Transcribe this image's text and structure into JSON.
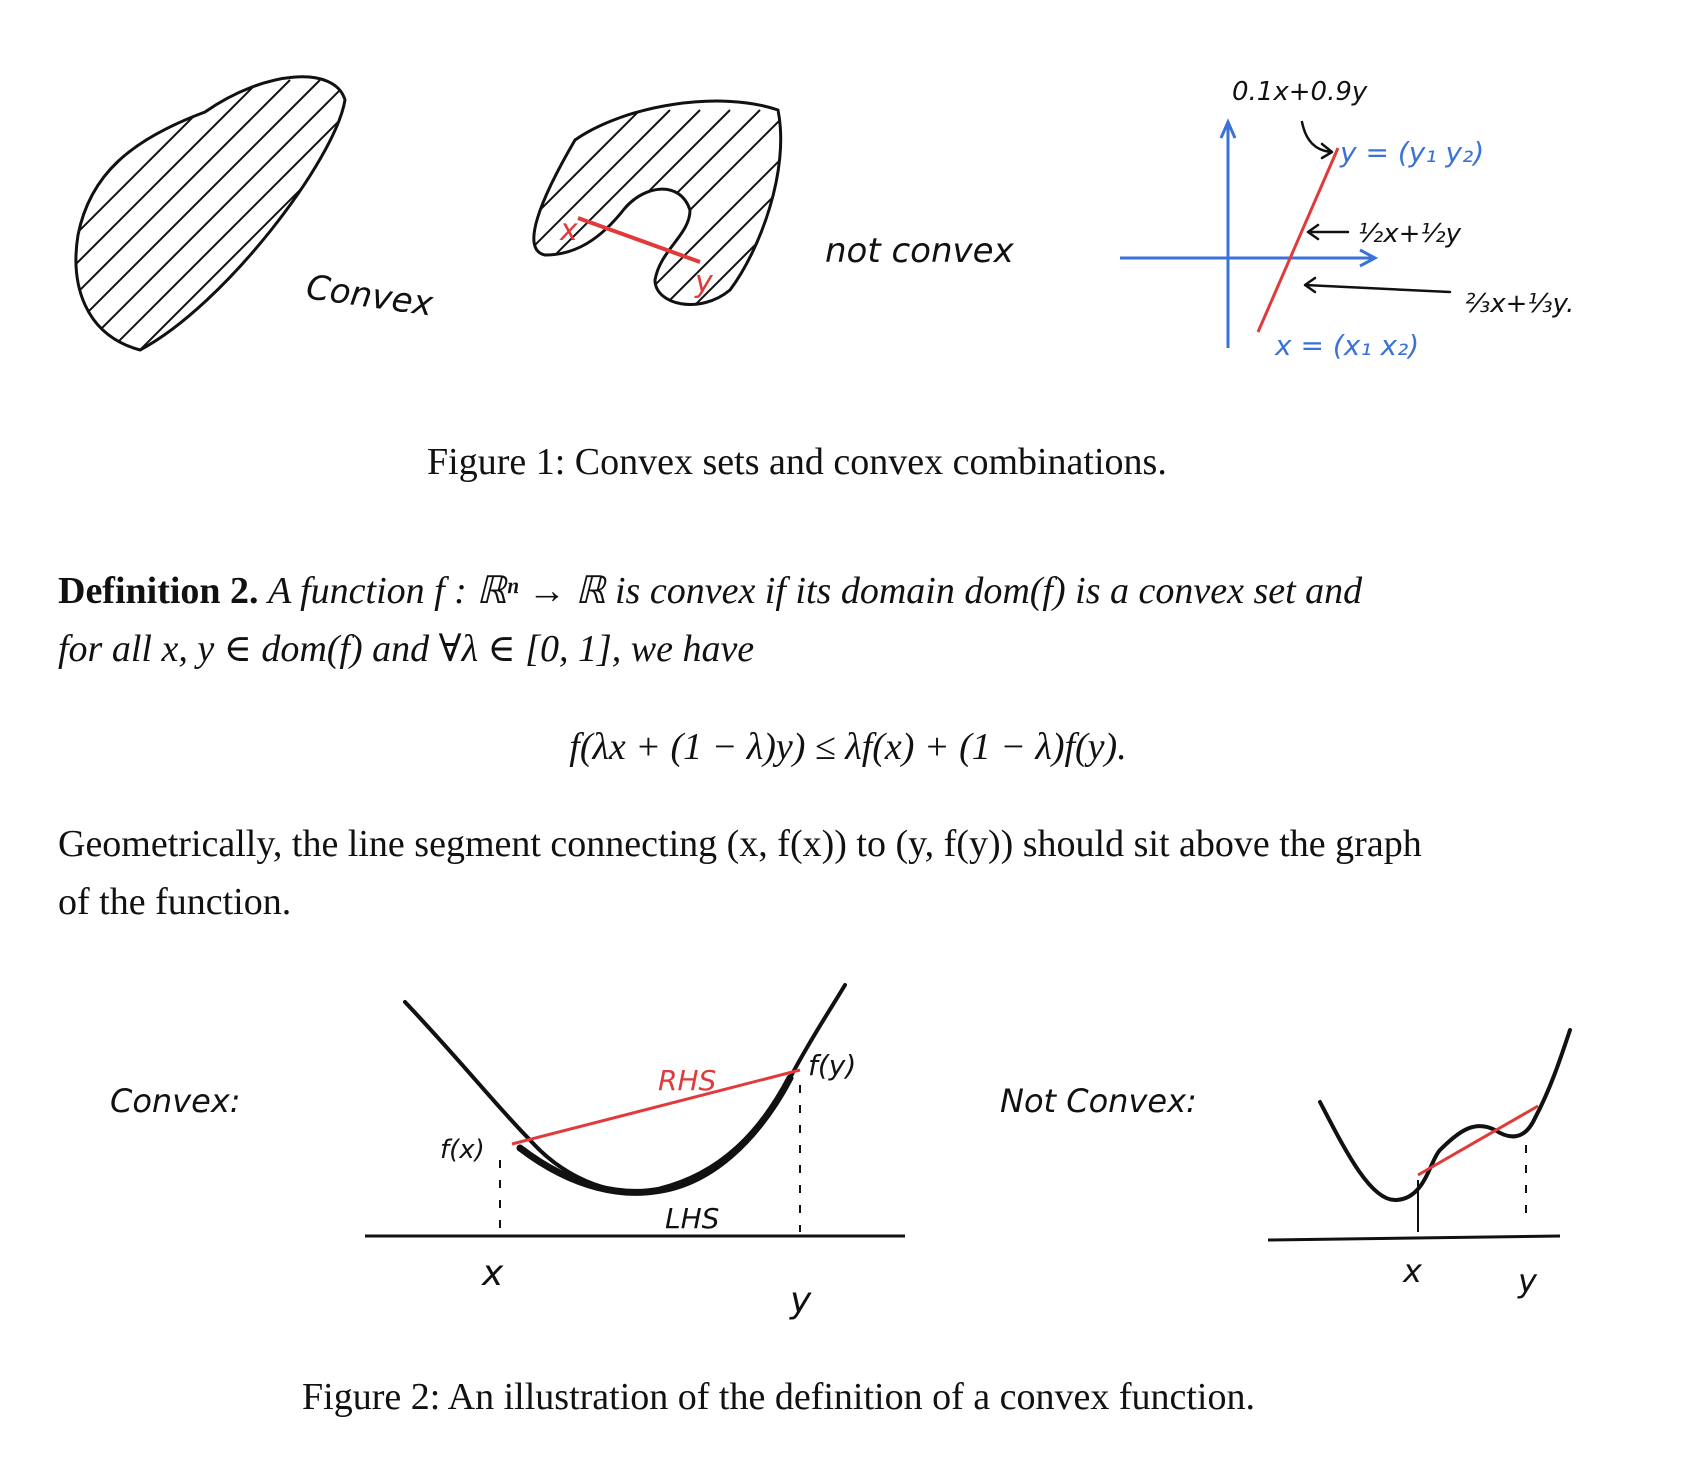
{
  "figure1": {
    "label_convex": "Convex",
    "label_not_convex": "not convex",
    "point_x": "x",
    "point_y": "y",
    "note_top": "0.1x+0.9y",
    "note_y_vec": "y = (y₁ y₂)",
    "note_half": "½x+½y",
    "note_thirds": "⅔x+⅓y.",
    "note_x_vec": "x = (x₁ x₂)",
    "caption": "Figure 1: Convex sets and convex combinations."
  },
  "definition": {
    "heading": "Definition 2.",
    "line1": "A function f : ℝⁿ → ℝ is convex if its domain dom(f) is a convex set and",
    "line2": "for all x, y ∈ dom(f) and ∀λ ∈ [0, 1], we have",
    "equation": "f(λx + (1 − λ)y) ≤ λf(x) + (1 − λ)f(y)."
  },
  "paragraph": {
    "line1": "Geometrically, the line segment connecting (x, f(x)) to (y, f(y)) should sit above the graph",
    "line2": "of the function."
  },
  "figure2": {
    "label_convex": "Convex:",
    "label_not_convex": "Not Convex:",
    "fx": "f(x)",
    "fy": "f(y)",
    "rhs": "RHS",
    "lhs": "LHS",
    "x": "x",
    "y": "y",
    "nc_x": "x",
    "nc_y": "y",
    "caption": "Figure 2: An illustration of the definition of a convex function."
  },
  "colors": {
    "ink": "#111111",
    "red": "#e03a3a",
    "blue": "#3a72d8"
  }
}
